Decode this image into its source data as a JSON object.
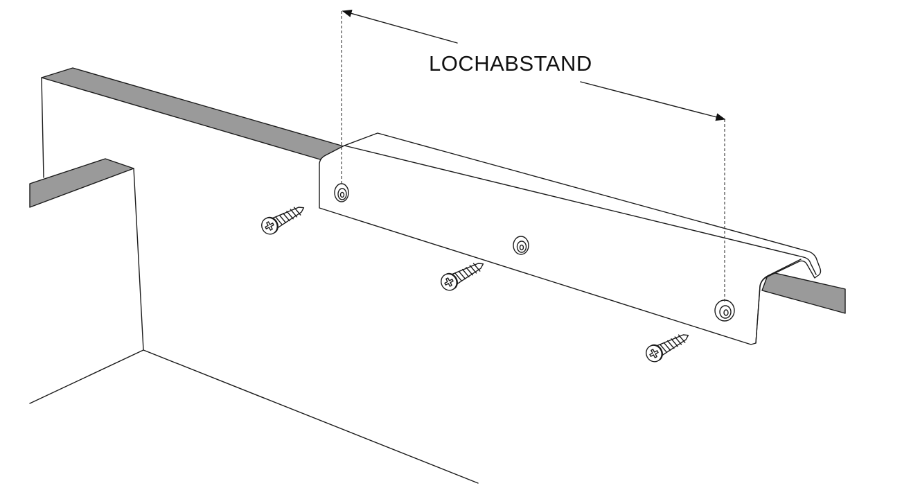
{
  "diagram": {
    "dimension_label": "LOCHABSTAND",
    "parts": {
      "rail_fill_color": "#9a9a9a",
      "hole_count": 3,
      "screw_count": 3
    }
  }
}
